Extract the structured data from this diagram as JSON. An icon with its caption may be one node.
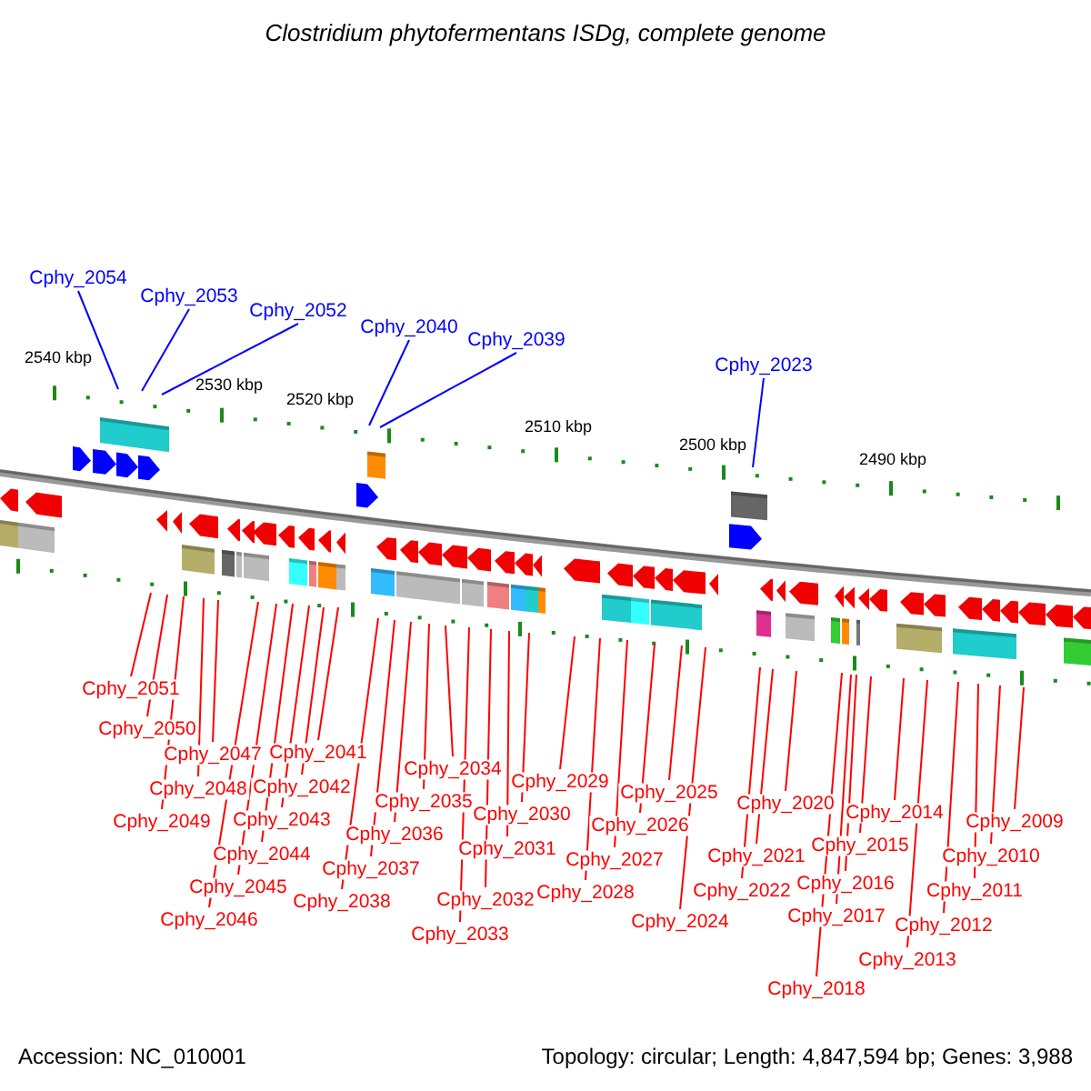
{
  "diagram": {
    "title": "Clostridium phytofermentans ISDg, complete genome",
    "nodes": [
      {
        "text": [
          "Cphy_2054"
        ]
      },
      {
        "text": [
          "Cphy_2053"
        ]
      },
      {
        "text": [
          "Cphy_2052"
        ]
      },
      {
        "text": [
          "Cphy_2040"
        ]
      },
      {
        "text": [
          "Cphy_2039"
        ]
      },
      {
        "text": [
          "Cphy_2023"
        ]
      },
      {
        "text": [
          "Cphy_2051"
        ]
      },
      {
        "text": [
          "Cphy_2050"
        ]
      },
      {
        "text": [
          "Cphy_2047"
        ]
      },
      {
        "text": [
          "Cphy_2048"
        ]
      },
      {
        "text": [
          "Cphy_2049"
        ]
      },
      {
        "text": [
          "Cphy_2041"
        ]
      },
      {
        "text": [
          "Cphy_2042"
        ]
      },
      {
        "text": [
          "Cphy_2043"
        ]
      },
      {
        "text": [
          "Cphy_2044"
        ]
      },
      {
        "text": [
          "Cphy_2045"
        ]
      },
      {
        "text": [
          "Cphy_2046"
        ]
      },
      {
        "text": [
          "Cphy_2038"
        ]
      },
      {
        "text": [
          "Cphy_2037"
        ]
      },
      {
        "text": [
          "Cphy_2036"
        ]
      },
      {
        "text": [
          "Cphy_2035"
        ]
      },
      {
        "text": [
          "Cphy_2034"
        ]
      },
      {
        "text": [
          "Cphy_2033"
        ]
      },
      {
        "text": [
          "Cphy_2032"
        ]
      },
      {
        "text": [
          "Cphy_2031"
        ]
      },
      {
        "text": [
          "Cphy_2030"
        ]
      },
      {
        "text": [
          "Cphy_2029"
        ]
      },
      {
        "text": [
          "Cphy_2028"
        ]
      },
      {
        "text": [
          "Cphy_2027"
        ]
      },
      {
        "text": [
          "Cphy_2026"
        ]
      },
      {
        "text": [
          "Cphy_2025"
        ]
      },
      {
        "text": [
          "Cphy_2024"
        ]
      },
      {
        "text": [
          "Cphy_2022"
        ]
      },
      {
        "text": [
          "Cphy_2021"
        ]
      },
      {
        "text": [
          "Cphy_2020"
        ]
      },
      {
        "text": [
          "Cphy_2018"
        ]
      },
      {
        "text": [
          "Cphy_2017"
        ]
      },
      {
        "text": [
          "Cphy_2016"
        ]
      },
      {
        "text": [
          "Cphy_2015"
        ]
      },
      {
        "text": [
          "Cphy_2014"
        ]
      },
      {
        "text": [
          "Cphy_2013"
        ]
      },
      {
        "text": [
          "Cphy_2012"
        ]
      },
      {
        "text": [
          "Cphy_2011"
        ]
      },
      {
        "text": [
          "Cphy_2010"
        ]
      },
      {
        "text": [
          "Cphy_2009"
        ]
      }
    ],
    "edges": [
      {
        "from": 0,
        "to": null,
        "arrow": "none",
        "color": "#0000ff"
      },
      {
        "from": 1,
        "to": null,
        "arrow": "none",
        "color": "#0000ff"
      },
      {
        "from": 2,
        "to": null,
        "arrow": "none",
        "color": "#0000ff"
      },
      {
        "from": 3,
        "to": null,
        "arrow": "none",
        "color": "#0000ff"
      },
      {
        "from": 4,
        "to": null,
        "arrow": "none",
        "color": "#0000ff"
      },
      {
        "from": 5,
        "to": null,
        "arrow": "none",
        "color": "#0000ff"
      },
      {
        "from": 6,
        "to": null,
        "arrow": "none"
      },
      {
        "from": 7,
        "to": null,
        "arrow": "none"
      },
      {
        "from": 8,
        "to": null,
        "arrow": "none"
      },
      {
        "from": 9,
        "to": null,
        "arrow": "none"
      },
      {
        "from": 10,
        "to": null,
        "arrow": "none"
      },
      {
        "from": 11,
        "to": null,
        "arrow": "none"
      },
      {
        "from": 12,
        "to": null,
        "arrow": "none"
      },
      {
        "from": 13,
        "to": null,
        "arrow": "none"
      },
      {
        "from": 14,
        "to": null,
        "arrow": "none"
      },
      {
        "from": 15,
        "to": null,
        "arrow": "none"
      },
      {
        "from": 16,
        "to": null,
        "arrow": "none"
      },
      {
        "from": 17,
        "to": null,
        "arrow": "none"
      },
      {
        "from": 18,
        "to": null,
        "arrow": "none"
      },
      {
        "from": 19,
        "to": null,
        "arrow": "none"
      },
      {
        "from": 20,
        "to": null,
        "arrow": "none"
      },
      {
        "from": 21,
        "to": null,
        "arrow": "none"
      },
      {
        "from": 22,
        "to": null,
        "arrow": "none"
      },
      {
        "from": 23,
        "to": null,
        "arrow": "none"
      },
      {
        "from": 24,
        "to": null,
        "arrow": "none"
      },
      {
        "from": 25,
        "to": null,
        "arrow": "none"
      },
      {
        "from": 26,
        "to": null,
        "arrow": "none"
      },
      {
        "from": 27,
        "to": null,
        "arrow": "none"
      },
      {
        "from": 28,
        "to": null,
        "arrow": "none"
      },
      {
        "from": 29,
        "to": null,
        "arrow": "none"
      },
      {
        "from": 30,
        "to": null,
        "arrow": "none"
      },
      {
        "from": 31,
        "to": null,
        "arrow": "none"
      },
      {
        "from": 32,
        "to": null,
        "arrow": "none"
      },
      {
        "from": 33,
        "to": null,
        "arrow": "none"
      },
      {
        "from": 34,
        "to": null,
        "arrow": "none"
      },
      {
        "from": 35,
        "to": null,
        "arrow": "none"
      },
      {
        "from": 36,
        "to": null,
        "arrow": "none"
      },
      {
        "from": 37,
        "to": null,
        "arrow": "none"
      },
      {
        "from": 38,
        "to": null,
        "arrow": "none"
      },
      {
        "from": 39,
        "to": null,
        "arrow": "none"
      },
      {
        "from": 40,
        "to": null,
        "arrow": "none"
      },
      {
        "from": 41,
        "to": null,
        "arrow": "none"
      },
      {
        "from": 42,
        "to": null,
        "arrow": "none"
      },
      {
        "from": 43,
        "to": null,
        "arrow": "none"
      },
      {
        "from": 44,
        "to": null,
        "arrow": "none"
      }
    ],
    "labels": [
      "2540 kbp",
      "2530 kbp",
      "2520 kbp",
      "2510 kbp",
      "2500 kbp",
      "2490 kbp",
      "Accession: NC_010001",
      "Topology: circular; Length: 4,847,594 bp; Genes: 3,988"
    ]
  }
}
